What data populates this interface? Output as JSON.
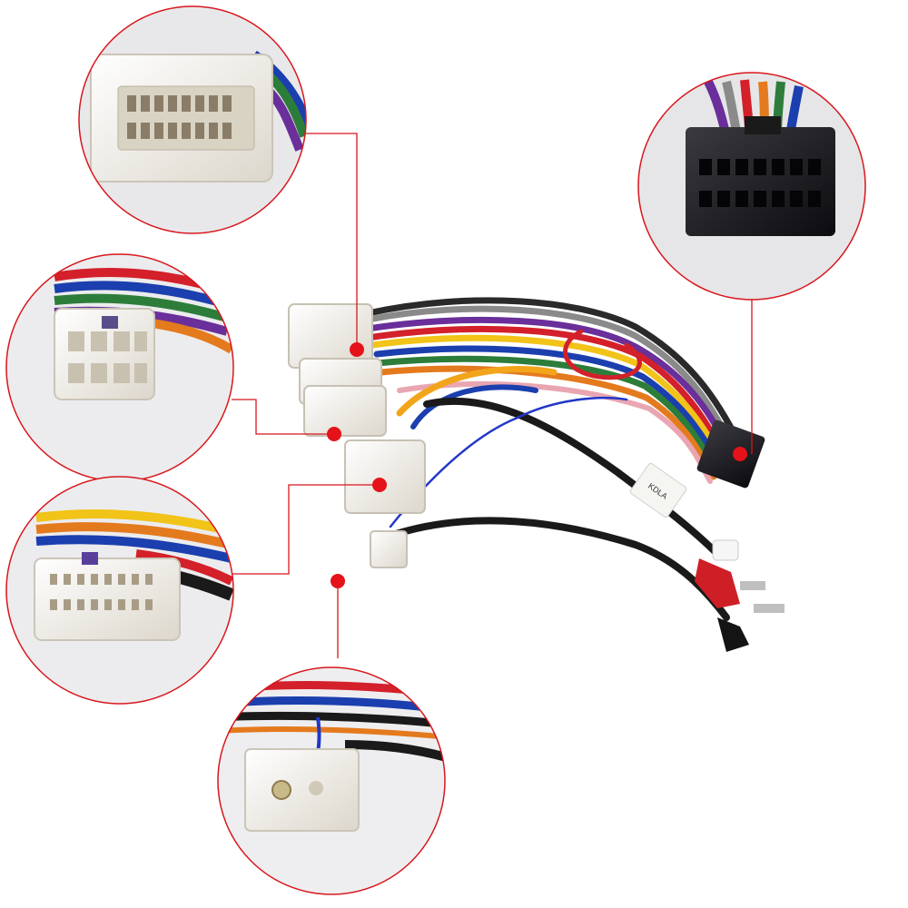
{
  "colors": {
    "background": "#ffffff",
    "callout_ring": "#d8161c",
    "callout_dot": "#e5121a",
    "connector_white": "#f4f1ea",
    "connector_black": "#1b1b1f",
    "wire_colors": [
      "#d3202a",
      "#f2c318",
      "#2d7d3a",
      "#1b3fae",
      "#6a2f9a",
      "#e47a1e",
      "#222222",
      "#888888",
      "#e9a6b2",
      "#7a4a25"
    ]
  },
  "callouts": [
    {
      "name": "toyota-20pin-connector-detail"
    },
    {
      "name": "toyota-10pin-connector-detail"
    },
    {
      "name": "toyota-16pin-connector-detail"
    },
    {
      "name": "antenna-2pin-connector-detail"
    },
    {
      "name": "stereo-16pin-black-connector-detail"
    }
  ],
  "labels": {
    "sticker_text": "KDLA"
  }
}
